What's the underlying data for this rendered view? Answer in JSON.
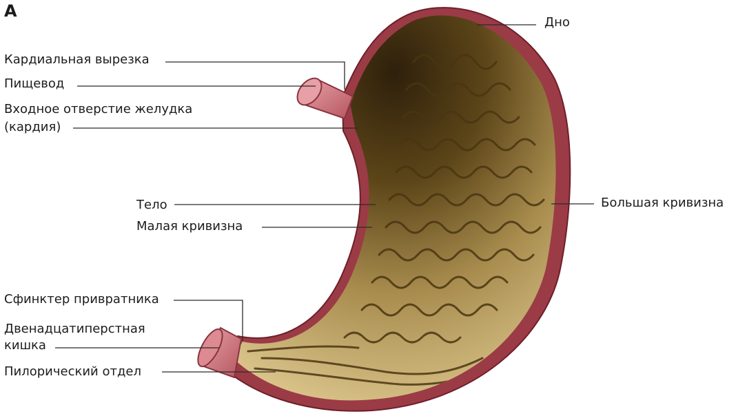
{
  "figure": {
    "panel_letter": "А",
    "labels": {
      "fundus": "Дно",
      "cardiac_notch": "Кардиальная вырезка",
      "esophagus": "Пищевод",
      "cardia_line1": "Входное отверстие желудка",
      "cardia_line2": "(кардия)",
      "body": "Тело",
      "lesser_curvature": "Малая кривизна",
      "greater_curvature": "Большая кривизна",
      "pyloric_sphincter": "Сфинктер привратника",
      "duodenum_line1": "Двенадцатиперстная",
      "duodenum_line2": "кишка",
      "pyloric_part": "Пилорический отдел"
    }
  },
  "colors": {
    "wall": "#9b3b46",
    "wall_dark": "#6e1f2a",
    "mucosa_light": "#dcc488",
    "mucosa_dark": "#3a2a10",
    "fold": "#5a4418",
    "tube": "#d98a90"
  }
}
